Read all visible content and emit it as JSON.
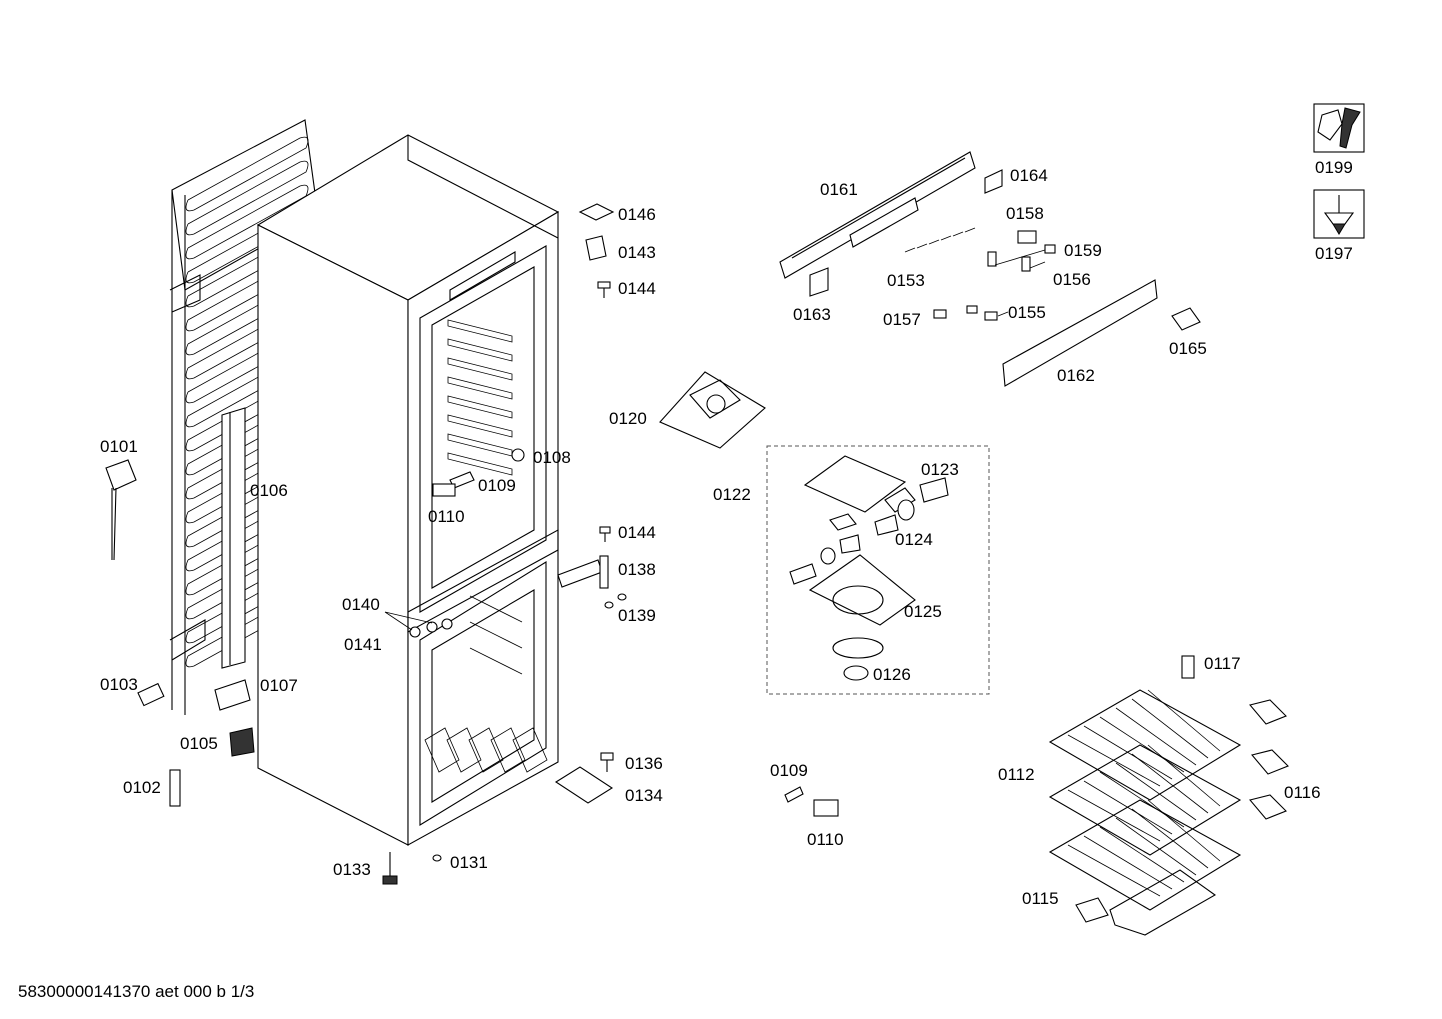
{
  "labels": {
    "p0101": "0101",
    "p0102": "0102",
    "p0103": "0103",
    "p0105": "0105",
    "p0106": "0106",
    "p0107": "0107",
    "p0108": "0108",
    "p0109a": "0109",
    "p0110a": "0110",
    "p0140": "0140",
    "p0141": "0141",
    "p0133": "0133",
    "p0131": "0131",
    "p0146": "0146",
    "p0143": "0143",
    "p0144a": "0144",
    "p0144b": "0144",
    "p0138": "0138",
    "p0139": "0139",
    "p0136": "0136",
    "p0134": "0134",
    "p0120": "0120",
    "p0122": "0122",
    "p0123": "0123",
    "p0124": "0124",
    "p0125": "0125",
    "p0126": "0126",
    "p0109b": "0109",
    "p0110b": "0110",
    "p0161": "0161",
    "p0164": "0164",
    "p0158": "0158",
    "p0159": "0159",
    "p0153": "0153",
    "p0156": "0156",
    "p0163": "0163",
    "p0157": "0157",
    "p0155": "0155",
    "p0165": "0165",
    "p0162": "0162",
    "p0117": "0117",
    "p0112": "0112",
    "p0116": "0116",
    "p0115": "0115",
    "p0199": "0199",
    "p0197": "0197"
  },
  "footer": "58300000141370 aet 000 b 1/3",
  "icons": [
    "wrench-nut-icon",
    "screwdriver-icon"
  ]
}
